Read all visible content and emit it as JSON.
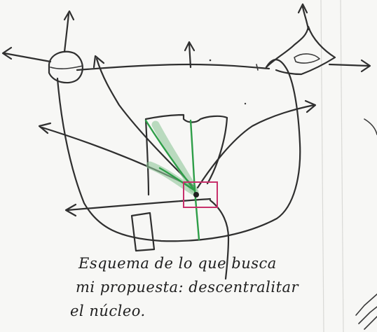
{
  "caption": {
    "line1": "Esquema de lo que busca",
    "line2": "mi propuesta: descentralitar",
    "line3": "el núcleo."
  },
  "colors": {
    "ink": "#2f2f2f",
    "green_route": "#2e9e48",
    "center_marker": "#c7306b",
    "paper": "#f7f7f5"
  }
}
